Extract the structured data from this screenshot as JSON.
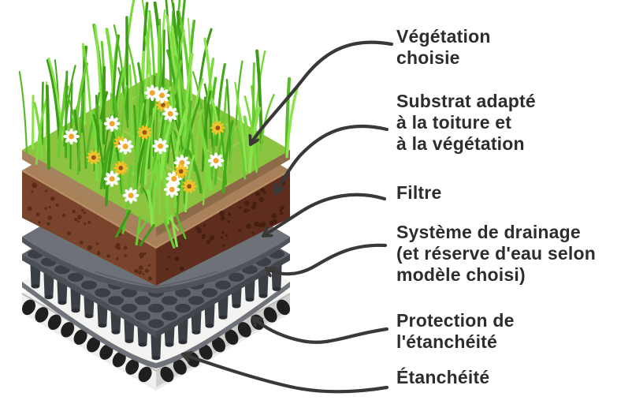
{
  "figure": {
    "subject": "green-roof-layer-diagram",
    "callouts": [
      {
        "id": "vegetation",
        "text": "Végétation\nchoisie"
      },
      {
        "id": "substrat",
        "text": "Substrat adapté\nà la toiture et\nà la végétation"
      },
      {
        "id": "filtre",
        "text": "Filtre"
      },
      {
        "id": "drainage",
        "text": "Système de drainage\n(et réserve d'eau selon\nmodèle choisi)"
      },
      {
        "id": "protection",
        "text": "Protection de\nl'étanchéité"
      },
      {
        "id": "etancheite",
        "text": "Étanchéité"
      }
    ]
  },
  "colors": {
    "background": "#ffffff",
    "label_text": "#2f2d2b",
    "arrow": "#3b3937",
    "grass_face": "#8cc43f",
    "grass_streak": "#9bd152",
    "grass_blades": [
      "#46a81b",
      "#57bb28",
      "#68cc32",
      "#79da3e",
      "#8ae24c",
      "#3f9c17"
    ],
    "grass_rim_left": "#a5835c",
    "grass_rim_right": "#8d6b48",
    "daisy_petal": "#ffffff",
    "daisy_center": "#f2a52c",
    "yellow_petal": "#f3c229",
    "yellow_center": "#96541b",
    "substrate_top": "#a8815a",
    "substrate_edge_highlight": "#bb9468",
    "substrate_left": "#7a432c",
    "substrate_right": "#5e2d1d",
    "substrate_speckle_left": "#5c2b18",
    "substrate_speckle_right": "#451f0f",
    "filter_top": "#6d7278",
    "filter_edge": "#50545a",
    "drainage_top": "#60656d",
    "drainage_edge_left": "#4c5057",
    "drainage_edge_right": "#43474d",
    "drainage_hole": "#3a3f46",
    "drainage_peg": "#3a3e45",
    "drainage_peg_base": "#2b2e34",
    "protection_top": "#f3f3f1",
    "protection_edge": "#70747a",
    "etancheite_top": "#f2f2f0",
    "etancheite_left": "#f0f0ee",
    "etancheite_right": "#cfcfcd",
    "etancheite_dot": "#1f1f1d",
    "etancheite_bottom_edge": "#ececea"
  }
}
